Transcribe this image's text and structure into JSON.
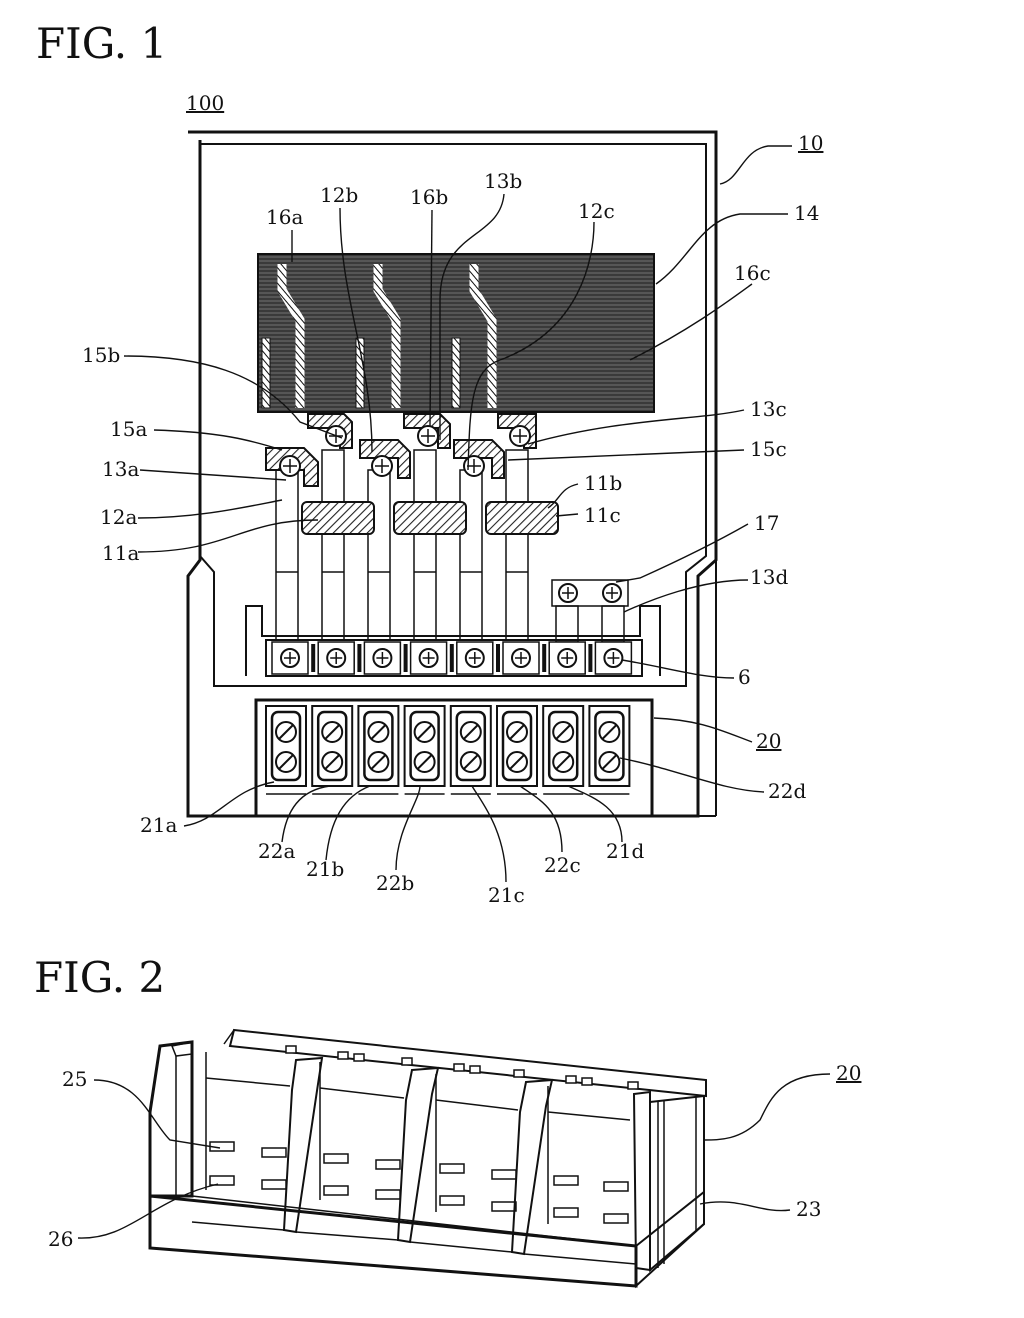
{
  "figures": [
    {
      "title": "FIG. 1",
      "labels": {
        "l100": "100",
        "l10": "10",
        "l14": "14",
        "l16a": "16a",
        "l12b": "12b",
        "l16b": "16b",
        "l13b": "13b",
        "l12c": "12c",
        "l16c": "16c",
        "l15b": "15b",
        "l15a": "15a",
        "l13a": "13a",
        "l12a": "12a",
        "l11a": "11a",
        "l13c": "13c",
        "l15c": "15c",
        "l11b": "11b",
        "l11c": "11c",
        "l17": "17",
        "l13d": "13d",
        "l6": "6",
        "l20": "20",
        "l22d": "22d",
        "l21a": "21a",
        "l22a": "22a",
        "l21b": "21b",
        "l22b": "22b",
        "l21c": "21c",
        "l22c": "22c",
        "l21d": "21d"
      }
    },
    {
      "title": "FIG. 2",
      "labels": {
        "l25": "25",
        "l20": "20",
        "l26": "26",
        "l23": "23"
      }
    }
  ],
  "colors": {
    "ink": "#111111",
    "paper": "#ffffff",
    "hatch": "#555555"
  }
}
